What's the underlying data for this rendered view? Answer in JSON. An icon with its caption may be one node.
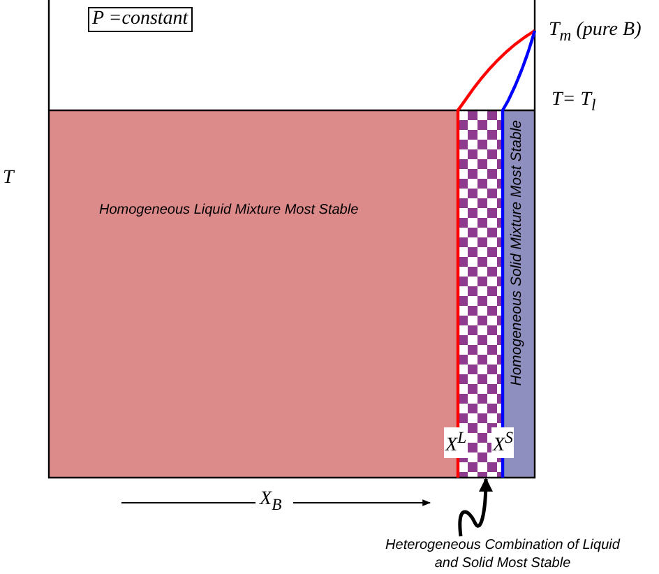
{
  "diagram": {
    "nodes": [
      {
        "text": [
          "Homogeneous Liquid Mixture Most Stable"
        ]
      },
      {
        "text": [],
        "shape": "box"
      },
      {
        "text": [
          "Homogeneous Solid Mixture Most Stable"
        ]
      },
      {
        "text": [
          "Heterogeneous Combination of Liquid and Solid Most Stable"
        ]
      }
    ],
    "edges": [
      {
        "from": 3,
        "to": 1,
        "arrow": "to"
      }
    ],
    "labels": [
      "P =constant",
      "T$_{m}$ (pure B)",
      "T= T$_{l}$",
      "T",
      "X$^{L}$",
      "X$^{S}$",
      "X$_{B}$"
    ]
  }
}
